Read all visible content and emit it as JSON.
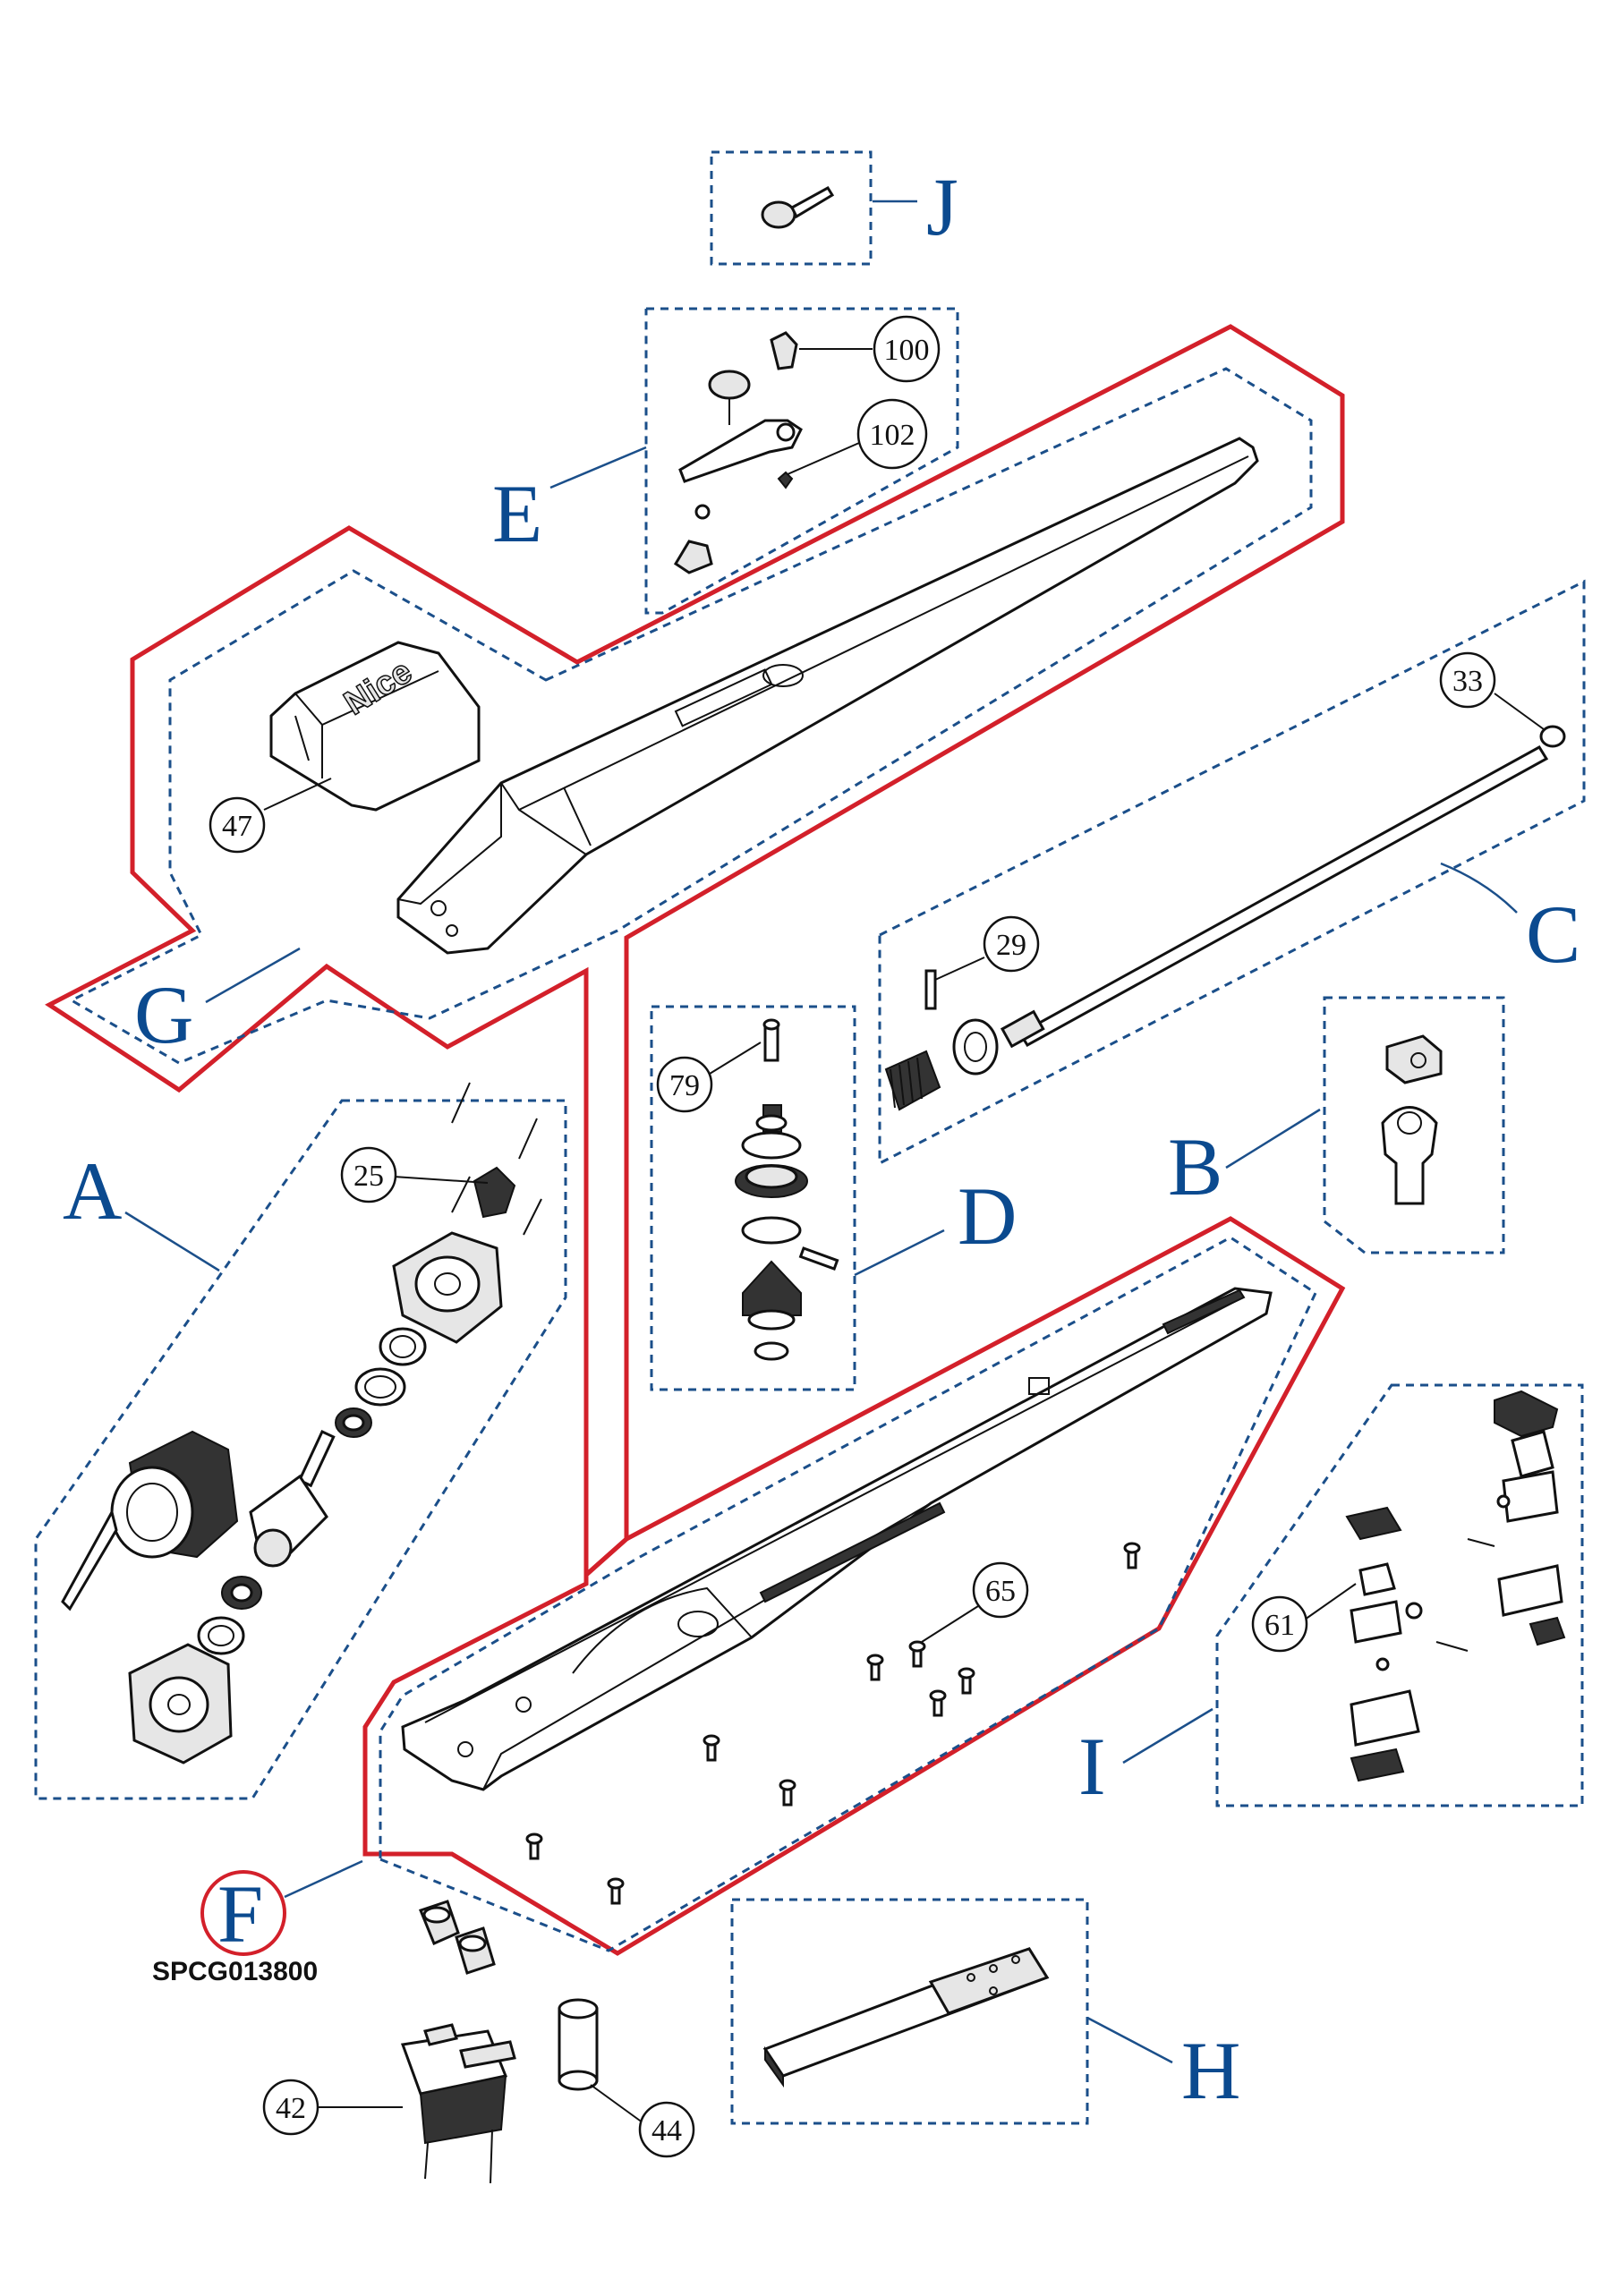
{
  "groups": {
    "J": "J",
    "E": "E",
    "G": "G",
    "C": "C",
    "A": "A",
    "B": "B",
    "D": "D",
    "I": "I",
    "F": "F",
    "H": "H"
  },
  "callouts": {
    "c100": "100",
    "c102": "102",
    "c47": "47",
    "c33": "33",
    "c29": "29",
    "c79": "79",
    "c25": "25",
    "c65": "65",
    "c61": "61",
    "c42": "42",
    "c44": "44"
  },
  "brand": "Nice",
  "code": "SPCG013800",
  "colors": {
    "groupLetter": "#0b4a8f",
    "dashedBox": "#1b4f8a",
    "highlight": "#d3202a"
  }
}
